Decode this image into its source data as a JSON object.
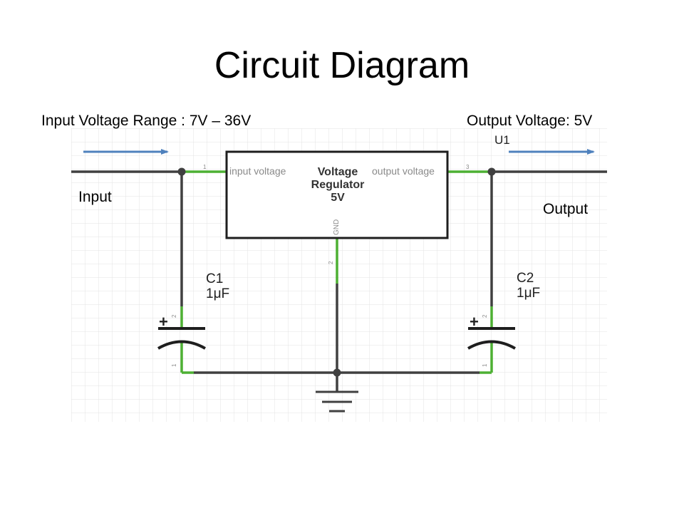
{
  "slide": {
    "title": "Circuit Diagram"
  },
  "annotations": {
    "input_voltage_range": "Input Voltage Range : 7V – 36V",
    "output_voltage": "Output Voltage: 5V",
    "input_label": "Input",
    "output_label": "Output"
  },
  "schematic": {
    "regulator": {
      "ref": "U1",
      "name_lines": [
        "Voltage",
        "Regulator",
        "5V"
      ],
      "pins": {
        "input": {
          "label": "input voltage",
          "number": "1"
        },
        "output": {
          "label": "output voltage",
          "number": "3"
        },
        "gnd": {
          "label": "GND",
          "number": "2"
        }
      }
    },
    "capacitors": [
      {
        "ref": "C1",
        "value": "1μF",
        "polarity": "+",
        "pin_top": "2",
        "pin_bottom": "1"
      },
      {
        "ref": "C2",
        "value": "1μF",
        "polarity": "+",
        "pin_top": "2",
        "pin_bottom": "1"
      }
    ]
  },
  "colors": {
    "wire": "#404040",
    "wire_pin": "#4db033",
    "arrow": "#4f81bd",
    "grid": "#e3e3e3",
    "component_outline": "#1e1e1e",
    "component_fill": "#ffffff"
  }
}
